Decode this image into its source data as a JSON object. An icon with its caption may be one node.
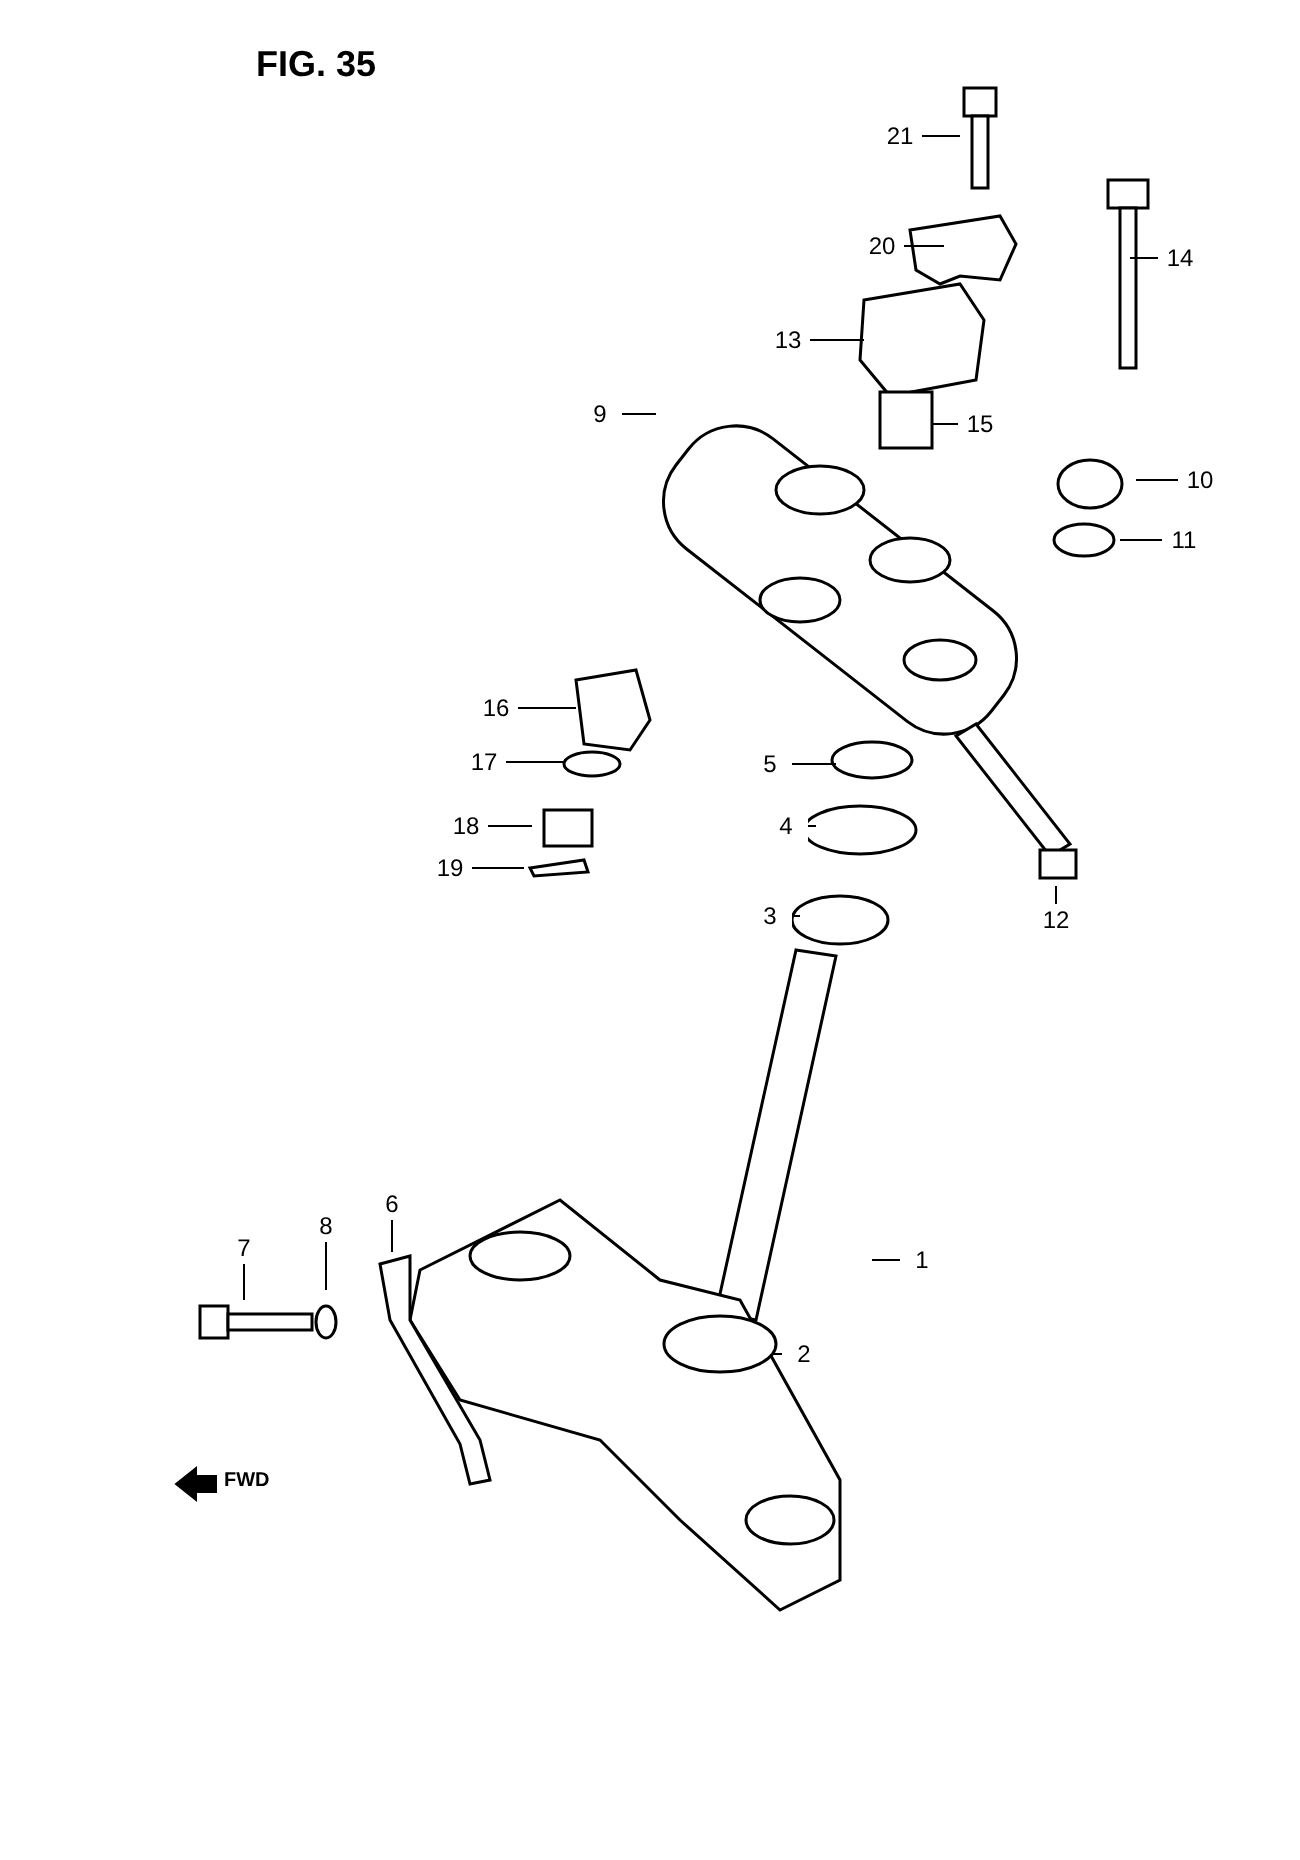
{
  "diagram": {
    "title": "FIG. 35",
    "nodes": [
      {
        "text": [
          "21"
        ]
      },
      {
        "text": [
          "20"
        ]
      },
      {
        "text": [
          "14"
        ]
      },
      {
        "text": [
          "13"
        ]
      },
      {
        "text": [
          "9"
        ]
      },
      {
        "text": [
          "15"
        ]
      },
      {
        "text": [
          "10"
        ]
      },
      {
        "text": [
          "11"
        ]
      },
      {
        "text": [
          "16"
        ]
      },
      {
        "text": [
          "17"
        ]
      },
      {
        "text": [
          "5"
        ]
      },
      {
        "text": [
          "18"
        ]
      },
      {
        "text": [
          "4"
        ]
      },
      {
        "text": [
          "19"
        ]
      },
      {
        "text": [
          "3"
        ]
      },
      {
        "text": [
          "12"
        ]
      },
      {
        "text": [
          "6"
        ]
      },
      {
        "text": [
          "8"
        ]
      },
      {
        "text": [
          "7"
        ]
      },
      {
        "text": [
          "1"
        ]
      },
      {
        "text": [
          "2"
        ]
      }
    ],
    "edges": [
      {
        "from": 0,
        "to": null,
        "arrow": "none"
      },
      {
        "from": 1,
        "to": null,
        "arrow": "none"
      },
      {
        "from": 2,
        "to": null,
        "arrow": "none"
      },
      {
        "from": 3,
        "to": null,
        "arrow": "none"
      },
      {
        "from": 4,
        "to": null,
        "arrow": "none"
      },
      {
        "from": 5,
        "to": null,
        "arrow": "none"
      },
      {
        "from": 6,
        "to": null,
        "arrow": "none"
      },
      {
        "from": 7,
        "to": null,
        "arrow": "none"
      },
      {
        "from": 8,
        "to": null,
        "arrow": "none"
      },
      {
        "from": 9,
        "to": null,
        "arrow": "none"
      },
      {
        "from": 10,
        "to": null,
        "arrow": "none"
      },
      {
        "from": 11,
        "to": null,
        "arrow": "none"
      },
      {
        "from": 12,
        "to": null,
        "arrow": "none"
      },
      {
        "from": 13,
        "to": null,
        "arrow": "none"
      },
      {
        "from": 14,
        "to": null,
        "arrow": "none"
      },
      {
        "from": 15,
        "to": null,
        "arrow": "none"
      },
      {
        "from": 16,
        "to": null,
        "arrow": "none"
      },
      {
        "from": 17,
        "to": null,
        "arrow": "none"
      },
      {
        "from": 18,
        "to": null,
        "arrow": "none"
      },
      {
        "from": 19,
        "to": null,
        "arrow": "none"
      },
      {
        "from": 20,
        "to": null,
        "arrow": "none"
      }
    ],
    "labels": [
      "FWD"
    ]
  }
}
